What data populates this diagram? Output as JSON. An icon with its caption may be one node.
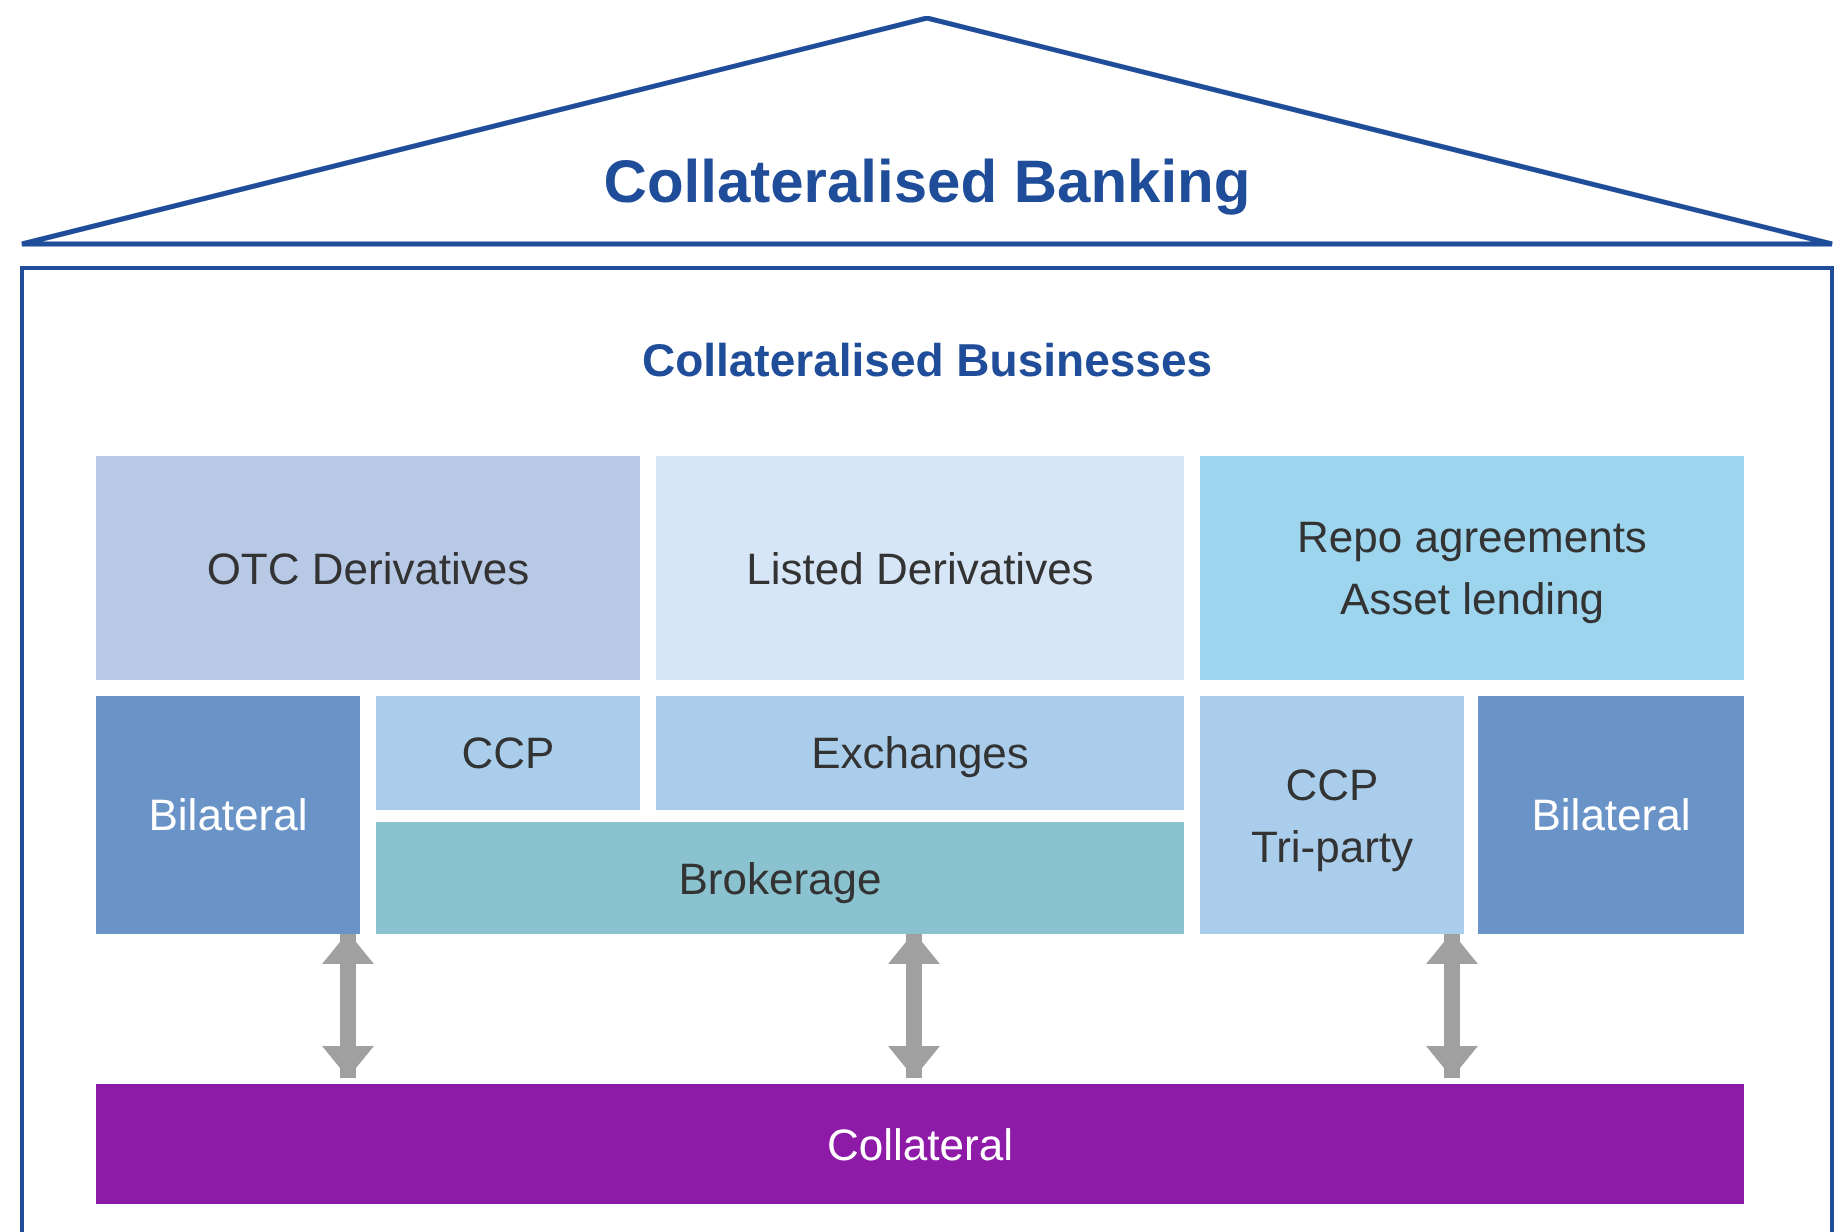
{
  "diagram": {
    "nodes": [
      {
        "text": [
          "Collateralised Banking"
        ]
      },
      {
        "text": [
          "Collateralised Businesses"
        ]
      },
      {
        "text": [
          "OTC Derivatives"
        ],
        "in": 1
      },
      {
        "text": [
          "Listed Derivatives"
        ],
        "in": 1
      },
      {
        "text": [
          "Repo agreements",
          "Asset lending"
        ],
        "in": 1
      },
      {
        "text": [
          "Bilateral"
        ],
        "in": 1
      },
      {
        "text": [
          "CCP"
        ],
        "in": 1
      },
      {
        "text": [
          "Exchanges"
        ],
        "in": 1
      },
      {
        "text": [
          "Brokerage"
        ],
        "in": 1
      },
      {
        "text": [
          "CCP",
          "Tri-party"
        ],
        "in": 1
      },
      {
        "text": [
          "Bilateral"
        ],
        "in": 1
      },
      {
        "text": [
          "Collateral"
        ],
        "in": 1
      }
    ],
    "edges": [
      {
        "from": 5,
        "to": 11,
        "arrow": "both"
      },
      {
        "from": 8,
        "to": 11,
        "arrow": "both"
      },
      {
        "from": 9,
        "to": 11,
        "arrow": "both"
      }
    ]
  }
}
